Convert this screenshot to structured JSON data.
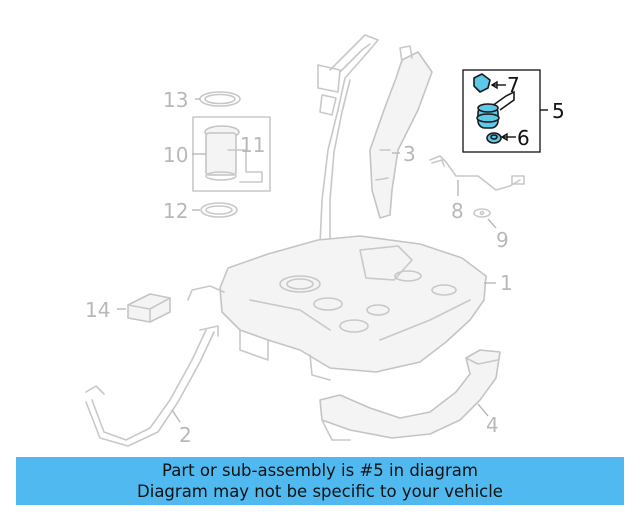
{
  "callouts": {
    "c1": "1",
    "c2": "2",
    "c3": "3",
    "c4": "4",
    "c5": "5",
    "c6": "6",
    "c7": "7",
    "c8": "8",
    "c9": "9",
    "c10": "10",
    "c11": "11",
    "c12": "12",
    "c13": "13",
    "c14": "14"
  },
  "highlighted_part": "5",
  "colors": {
    "highlight": "#5ec8e8",
    "banner": "#4fb9f0",
    "faded": "#c8c8c8"
  },
  "banner": {
    "line1": "Part or sub-assembly is #5 in diagram",
    "line2": "Diagram may not be specific to your vehicle"
  }
}
